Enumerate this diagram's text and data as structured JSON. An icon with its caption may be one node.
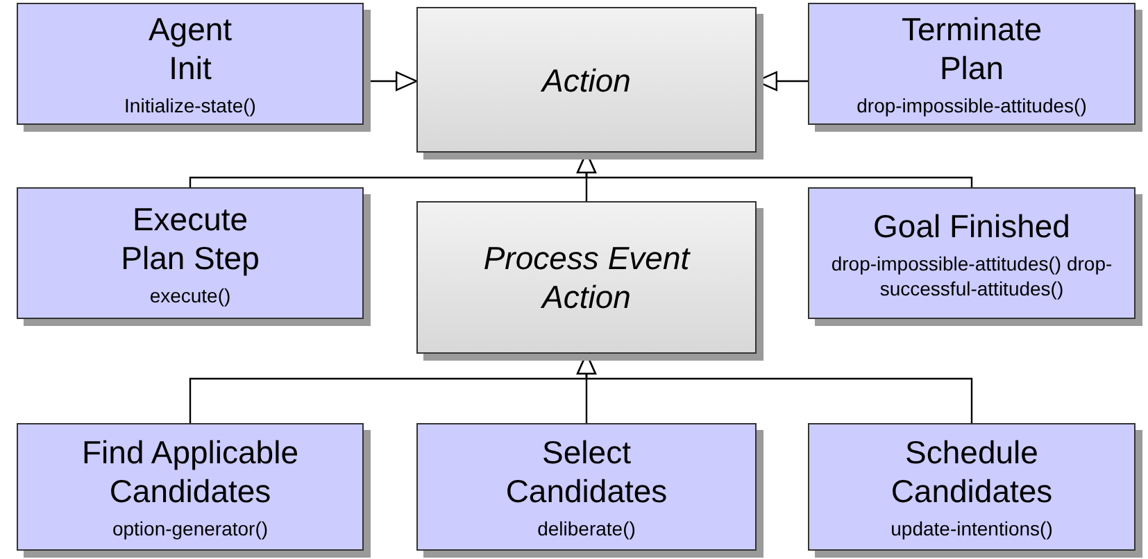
{
  "diagram": {
    "nodes": [
      {
        "text": [
          "Agent Init",
          "Initialize-state()"
        ]
      },
      {
        "text": [
          "Action"
        ]
      },
      {
        "text": [
          "Terminate Plan",
          "drop-impossible-attitudes()"
        ]
      },
      {
        "text": [
          "Execute Plan Step",
          "execute()"
        ]
      },
      {
        "text": [
          "Process Event Action"
        ]
      },
      {
        "text": [
          "Goal Finished",
          "drop-impossible-attitudes() drop-successful-attitudes()"
        ]
      },
      {
        "text": [
          "Find Applicable Candidates",
          "option-generator()"
        ]
      },
      {
        "text": [
          "Select Candidates",
          "deliberate()"
        ]
      },
      {
        "text": [
          "Schedule Candidates",
          "update-intentions()"
        ]
      }
    ],
    "edges": [
      {
        "from": 0,
        "to": 1,
        "arrow": "to"
      },
      {
        "from": 2,
        "to": 1,
        "arrow": "to"
      },
      {
        "from": 3,
        "to": 1,
        "arrow": "to"
      },
      {
        "from": 4,
        "to": 1,
        "arrow": "to"
      },
      {
        "from": 5,
        "to": 1,
        "arrow": "to"
      },
      {
        "from": 6,
        "to": 4,
        "arrow": "to"
      },
      {
        "from": 7,
        "to": 4,
        "arrow": "to"
      },
      {
        "from": 8,
        "to": 4,
        "arrow": "to"
      }
    ]
  }
}
